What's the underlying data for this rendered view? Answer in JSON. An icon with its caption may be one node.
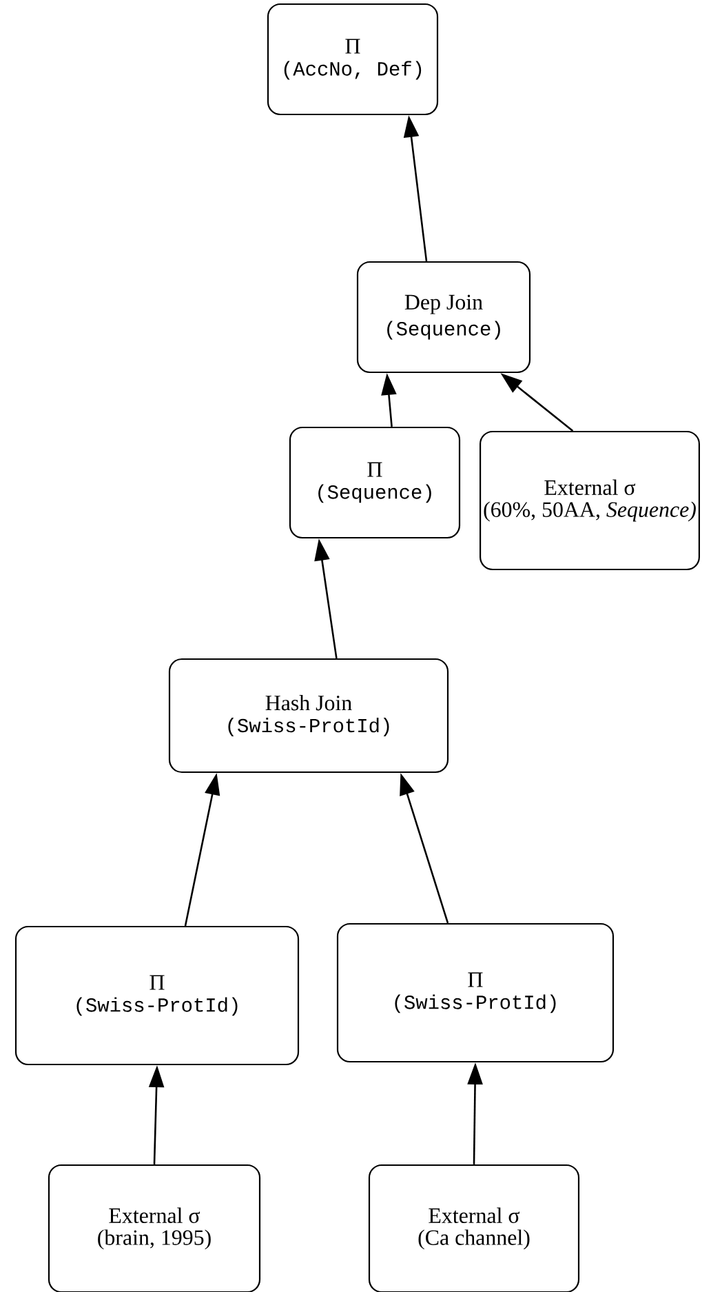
{
  "diagram": {
    "nodes": [
      {
        "text": [
          "Π",
          "(AccNo, Def)"
        ]
      },
      {
        "text": [
          "Dep Join",
          "(Sequence)"
        ]
      },
      {
        "text": [
          "Π",
          "(Sequence)"
        ]
      },
      {
        "text": [
          "External σ",
          "(60%, 50AA, *Sequence)*"
        ]
      },
      {
        "text": [
          "Hash Join",
          "(Swiss-ProtId)"
        ]
      },
      {
        "text": [
          "Π",
          "(Swiss-ProtId)"
        ]
      },
      {
        "text": [
          "Π",
          "(Swiss-ProtId)"
        ]
      },
      {
        "text": [
          "External σ",
          "(brain, 1995)"
        ]
      },
      {
        "text": [
          "External σ",
          "(Ca channel)"
        ]
      }
    ],
    "edges": [
      {
        "from": 1,
        "to": 0,
        "arrow": "to"
      },
      {
        "from": 2,
        "to": 1,
        "arrow": "to"
      },
      {
        "from": 3,
        "to": 1,
        "arrow": "to"
      },
      {
        "from": 4,
        "to": 2,
        "arrow": "to"
      },
      {
        "from": 5,
        "to": 4,
        "arrow": "to"
      },
      {
        "from": 6,
        "to": 4,
        "arrow": "to"
      },
      {
        "from": 7,
        "to": 5,
        "arrow": "to"
      },
      {
        "from": 8,
        "to": 6,
        "arrow": "to"
      }
    ]
  }
}
